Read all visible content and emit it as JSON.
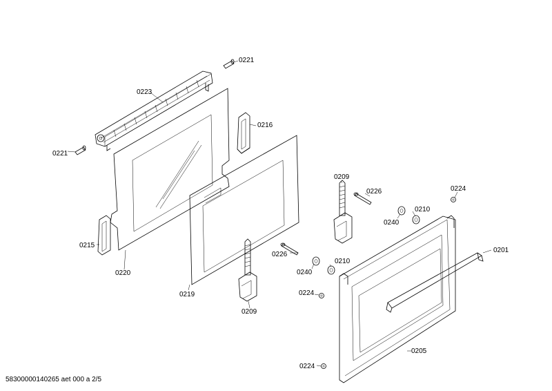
{
  "labels": {
    "p0221_top": "0221",
    "p0223": "0223",
    "p0216": "0216",
    "p0221_left": "0221",
    "p0215": "0215",
    "p0220": "0220",
    "p0219": "0219",
    "p0209_mid": "0209",
    "p0226_mid": "0226",
    "p0240_mid": "0240",
    "p0210_mid": "0210",
    "p0224_mid": "0224",
    "p0209_right": "0209",
    "p0226_right": "0226",
    "p0224_top": "0224",
    "p0210_right": "0210",
    "p0240_right": "0240",
    "p0201": "0201",
    "p0205": "0205",
    "p0224_bottom": "0224"
  },
  "footer": "58300000140265 aet 000 a 2/5"
}
